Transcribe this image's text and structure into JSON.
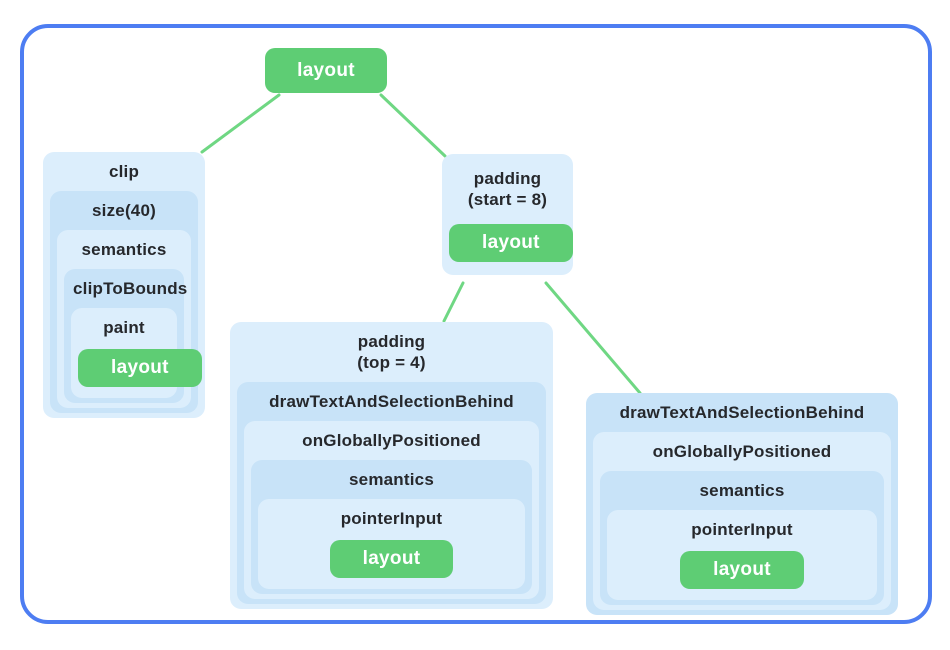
{
  "colors": {
    "canvas_bg": "#ffffff",
    "frame_border": "#4d7df2",
    "shade_light": "#dceefc",
    "shade_dark": "#c8e3f8",
    "node_green": "#5ecd74",
    "edge_green": "#6fd783",
    "label_text": "#26282c",
    "green_text": "#ffffff"
  },
  "tree": {
    "root_label": "layout",
    "chains": [
      {
        "name": "clip-chain",
        "levels": [
          {
            "label": "clip",
            "shade": "light"
          },
          {
            "label": "size(40)",
            "shade": "dark"
          },
          {
            "label": "semantics",
            "shade": "light"
          },
          {
            "label": "clipToBounds",
            "shade": "dark"
          },
          {
            "label": "paint",
            "shade": "light"
          }
        ],
        "leaf_label": "layout"
      },
      {
        "name": "padding-start-chain",
        "levels": [
          {
            "label": "padding\n(start = 8)",
            "shade": "light"
          }
        ],
        "leaf_label": "layout"
      },
      {
        "name": "padding-top-chain",
        "levels": [
          {
            "label": "padding\n(top = 4)",
            "shade": "light"
          },
          {
            "label": "drawTextAndSelectionBehind",
            "shade": "dark"
          },
          {
            "label": "onGloballyPositioned",
            "shade": "light"
          },
          {
            "label": "semantics",
            "shade": "dark"
          },
          {
            "label": "pointerInput",
            "shade": "light"
          }
        ],
        "leaf_label": "layout"
      },
      {
        "name": "drawtext-chain",
        "levels": [
          {
            "label": "drawTextAndSelectionBehind",
            "shade": "dark"
          },
          {
            "label": "onGloballyPositioned",
            "shade": "light"
          },
          {
            "label": "semantics",
            "shade": "dark"
          },
          {
            "label": "pointerInput",
            "shade": "light"
          }
        ],
        "leaf_label": "layout"
      }
    ],
    "edges": [
      {
        "from": "root-layout-node",
        "to": "clip-chain"
      },
      {
        "from": "root-layout-node",
        "to": "padding-start-chain"
      },
      {
        "from": "padding-start-chain",
        "to": "padding-top-chain"
      },
      {
        "from": "padding-start-chain",
        "to": "drawtext-chain"
      }
    ]
  }
}
